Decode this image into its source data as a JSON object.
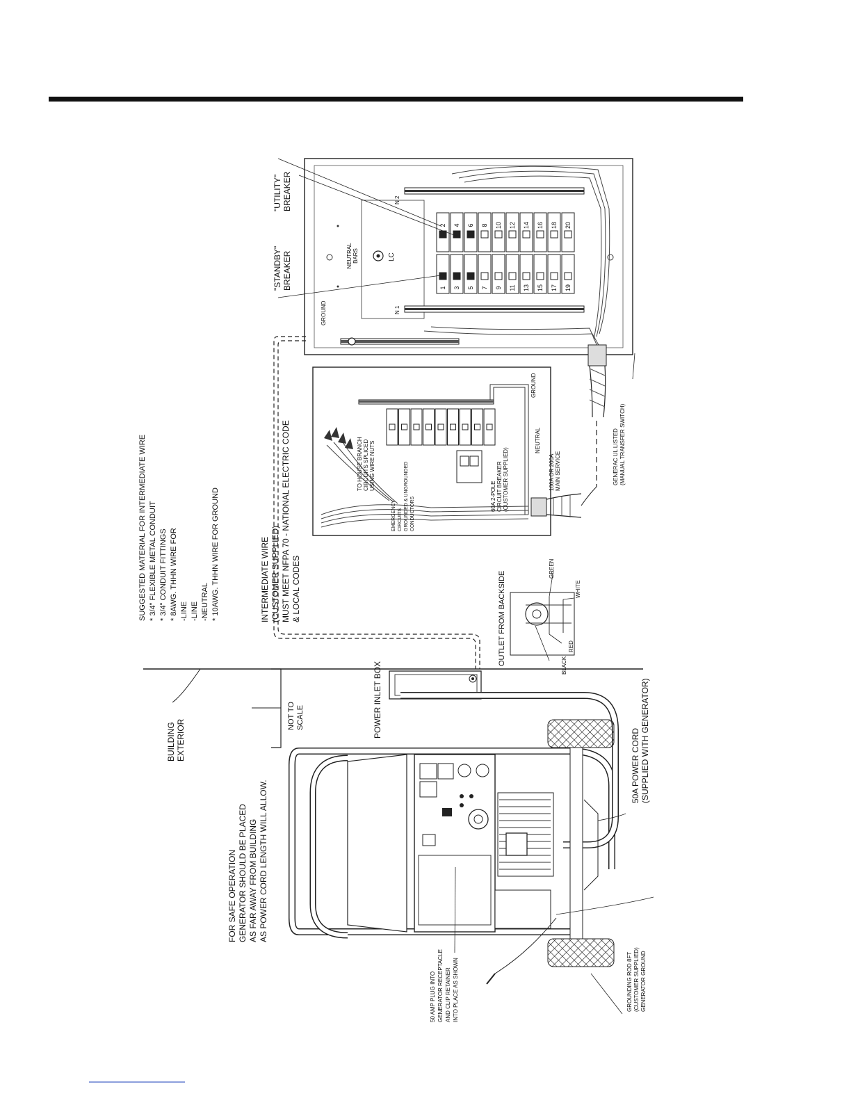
{
  "notes": {
    "safe_operation": [
      "FOR SAFE OPERATION",
      "GENERATOR SHOULD BE PLACED",
      "AS FAR AWAY FROM BUILDING",
      "AS POWER CORD LENGTH WILL ALLOW."
    ],
    "building_exterior": [
      "BUILDING",
      "EXTERIOR"
    ],
    "not_to_scale": [
      "NOT TO",
      "SCALE"
    ],
    "power_inlet_box": "POWER INLET BOX",
    "power_cord": [
      "50A POWER CORD",
      "(SUPPLIED WITH GENERATOR)"
    ],
    "plug_note": [
      "50 AMP PLUG INTO",
      "GENERATOR RECEPTACLE",
      "AND CLIP RETAINER",
      "INTO PLACE AS SHOWN"
    ],
    "grounding_rod": [
      "GROUNDING ROD 8FT",
      "(CUSTOMER SUPPLIED)",
      "GENERATOR GROUND"
    ],
    "suggested_material": [
      "SUGGESTED MATERIAL FOR INTERMEDIATE WIRE",
      "* 3/4\" FLEXIBLE METAL CONDUIT",
      "* 3/4\" CONDUIT FITTINGS",
      "* 8AWG. THHN WIRE FOR",
      "-LINE",
      "-LINE",
      "-NEUTRAL",
      "* 10AWG. THHN WIRE FOR GROUND"
    ],
    "intermediate_wire": [
      "INTERMEDIATE WIRE",
      "(CUSTOMER SUPPLIED)",
      "MUST MEET NFPA 70 - NATIONAL ELECTRIC CODE",
      "& LOCAL CODES"
    ],
    "outlet_from_backside": "OUTLET FROM BACKSIDE",
    "wire_colors": {
      "green": "GREEN",
      "white": "WHITE",
      "red": "RED",
      "black": "BLACK"
    },
    "main_panel": {
      "house_branch": [
        "TO HOUSE BRANCH",
        "CIRCUITS SPLICED",
        "USING WIRE NUTS"
      ],
      "emergency": [
        "EMERGENCY",
        "CIRCUITS",
        "GROUNDED & UNGROUNDED",
        "CONDUCTORS"
      ],
      "breaker_60a": [
        "60A 2-POLE",
        "CIRCUIT BREAKER",
        "(CUSTOMER SUPPLIED)"
      ],
      "neutral": "NEUTRAL",
      "ground": "GROUND",
      "main_service": [
        "100A OR 200A",
        "MAIN SERVICE"
      ]
    },
    "transfer_switch": [
      "GENERAC UL LISTED",
      "(MANUAL TRANSFER SWITCH)"
    ],
    "utility_breaker": [
      "\"UTILITY\"",
      "BREAKER"
    ],
    "standby_breaker": [
      "\"STANDBY\"",
      "BREAKER"
    ],
    "neutral_bars": [
      "NEUTRAL",
      "BARS"
    ],
    "ground_label": "GROUND",
    "lc_label": "LC",
    "n1_label": "N 1",
    "n2_label": "N 2",
    "breaker_numbers_left": [
      "1",
      "3",
      "5",
      "7",
      "9",
      "11",
      "13",
      "15",
      "17",
      "19"
    ],
    "breaker_numbers_right": [
      "2",
      "4",
      "6",
      "8",
      "10",
      "12",
      "14",
      "16",
      "18",
      "20"
    ]
  }
}
